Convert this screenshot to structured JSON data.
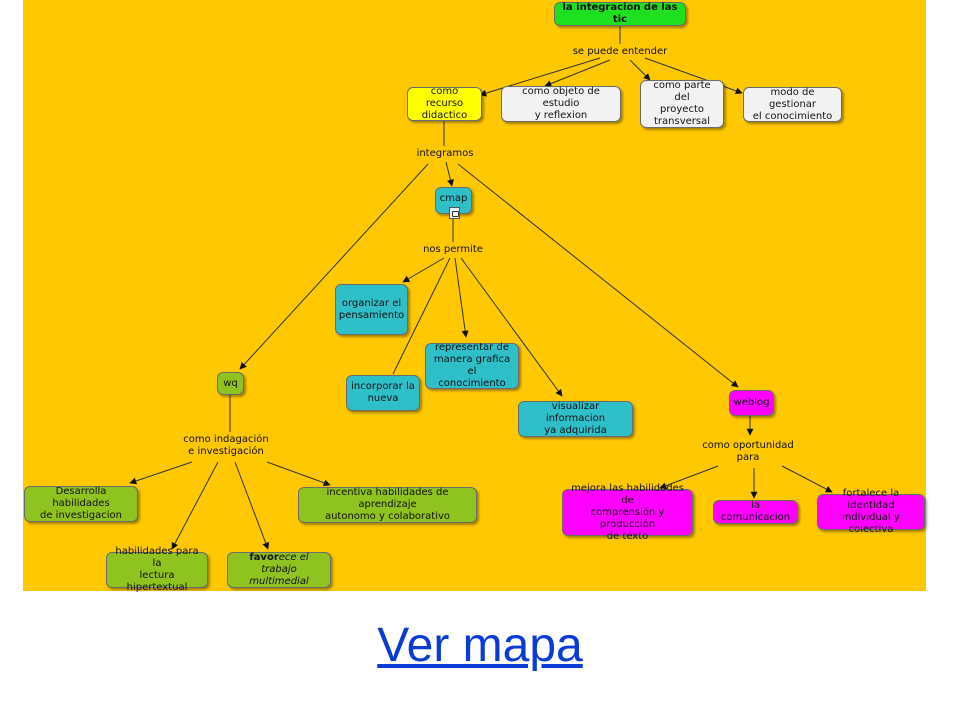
{
  "map": {
    "root": "la integracion de las tic",
    "link_se_puede_entender": "se puede entender",
    "recurso_didactico": "como recurso\ndidactico",
    "objeto_estudio": "como objeto de estudio\ny reflexion",
    "parte_proyecto": "como parte del\nproyecto\ntransversal",
    "modo_gestionar": "modo de gestionar\nel conocimiento",
    "link_integramos": "integramos",
    "cmap": "cmap",
    "link_nos_permite": "nos permite",
    "organizar": "organizar el\npensamiento",
    "representar": "representar de\nmanera grafica el\nconocimiento",
    "incorporar": "incorporar la\nnueva",
    "visualizar": "visualizar informacion\nya adquirida",
    "wq": "wq",
    "link_indagacion": "como indagación\ne investigación",
    "desarrolla": "Desarrolla habilidades\nde investigacion",
    "incentiva": "incentiva habilidades de aprendizaje\nautonomo y colaborativo",
    "habilidades_lectura": "habilidades para la\nlectura hipertextual",
    "favorece_bold": "favor",
    "favorece_rest_1": "ece el trabajo",
    "favorece_rest_2": "multimedial",
    "weblog": "weblog",
    "link_oportunidad": "como oportunidad\npara",
    "mejora": "mejora las habilidades de\ncomprensión y producción\nde texto",
    "comunicacion": "la comunicacion",
    "fortalece": "fortalece la identidad\nindividual y colectiva"
  },
  "colors": {
    "background": "#ffc800",
    "root": "#1fe01f",
    "neutral": "#f2f2f2",
    "highlight": "#ffff00",
    "cmap": "#2ebfc8",
    "wq": "#8fc31f",
    "weblog": "#ff00ff",
    "link": "#0b3bd6"
  },
  "footer": {
    "link_text": "Ver mapa"
  }
}
